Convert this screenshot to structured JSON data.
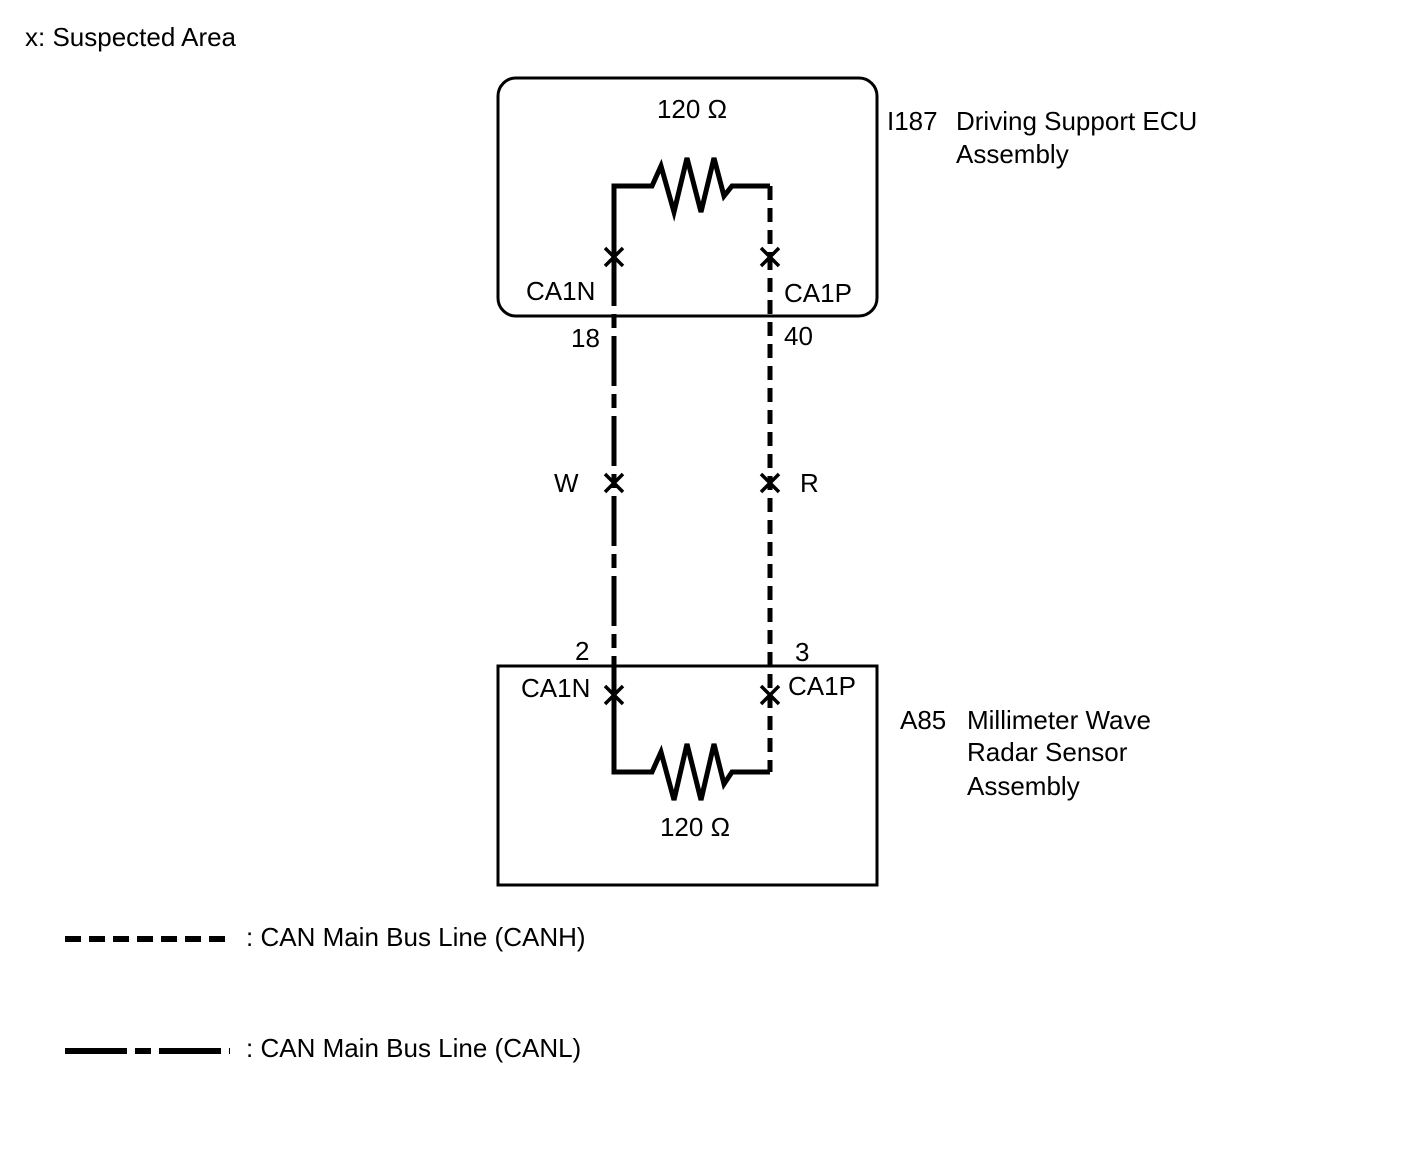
{
  "legend_note": "x: Suspected Area",
  "ecu": {
    "code": "I187",
    "name_line1": "Driving Support ECU",
    "name_line2": "Assembly",
    "resistor": "120 Ω",
    "pin_n_name": "CA1N",
    "pin_p_name": "CA1P",
    "pin_n_number": "18",
    "pin_p_number": "40"
  },
  "radar": {
    "code": "A85",
    "name_line1": "Millimeter Wave",
    "name_line2": "Radar Sensor",
    "name_line3": "Assembly",
    "resistor": "120 Ω",
    "pin_n_name": "CA1N",
    "pin_p_name": "CA1P",
    "pin_n_number": "2",
    "pin_p_number": "3"
  },
  "wires": {
    "canl_color": "W",
    "canh_color": "R"
  },
  "legend": {
    "canh": ": CAN Main Bus Line (CANH)",
    "canl": ": CAN Main Bus Line (CANL)"
  },
  "colors": {
    "line": "#000000",
    "background": "#ffffff"
  }
}
